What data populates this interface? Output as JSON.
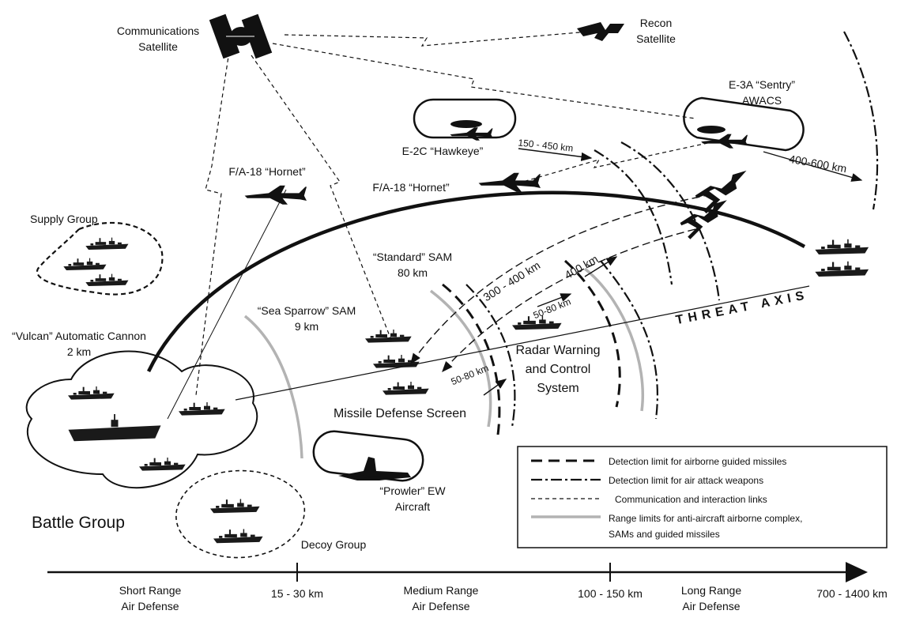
{
  "labels": {
    "comm_sat": [
      "Communications",
      "Satellite"
    ],
    "recon_sat": [
      "Recon",
      "Satellite"
    ],
    "awacs": [
      "E-3A “Sentry”",
      "AWACS"
    ],
    "hawkeye": "E-2C “Hawkeye”",
    "hornet_left": "F/A-18 “Hornet”",
    "hornet_center": "F/A-18 “Hornet”",
    "supply_group": "Supply Group",
    "standard_sam": [
      "“Standard” SAM",
      "80 km"
    ],
    "sea_sparrow": [
      "“Sea Sparrow” SAM",
      "9 km"
    ],
    "vulcan": [
      "“Vulcan” Automatic Cannon",
      "2 km"
    ],
    "battle_group": "Battle Group",
    "decoy_group": "Decoy Group",
    "missile_screen": "Missile Defense Screen",
    "radar_warning": [
      "Radar Warning",
      "and Control",
      "System"
    ],
    "prowler": [
      "“Prowler” EW",
      "Aircraft"
    ],
    "threat_axis": "THREAT AXIS"
  },
  "ranges": {
    "r150_450": "150 - 450 km",
    "r400_600": "400-600 km",
    "r300_400": "300 - 400 km",
    "r400": "400 km",
    "r50_80_a": "50-80 km",
    "r50_80_b": "50-80 km"
  },
  "legend": {
    "items": [
      {
        "style": "dashed",
        "label": "Detection limit for airborne guided missiles"
      },
      {
        "style": "dashdot",
        "label": "Detection limit for air attack weapons"
      },
      {
        "style": "dotted",
        "label": "Communication and interaction links"
      },
      {
        "style": "gray",
        "label": "Range limits for anti-aircraft airborne complex,"
      }
    ],
    "continuation": "SAMs and guided missiles"
  },
  "axis": {
    "ticks": [
      "15 - 30 km",
      "100 - 150 km",
      "700 - 1400 km"
    ],
    "zones": [
      [
        "Short Range",
        "Air Defense"
      ],
      [
        "Medium Range",
        "Air Defense"
      ],
      [
        "Long Range",
        "Air Defense"
      ]
    ]
  },
  "colors": {
    "ink": "#111111",
    "gray_range": "#b3b3b3"
  }
}
